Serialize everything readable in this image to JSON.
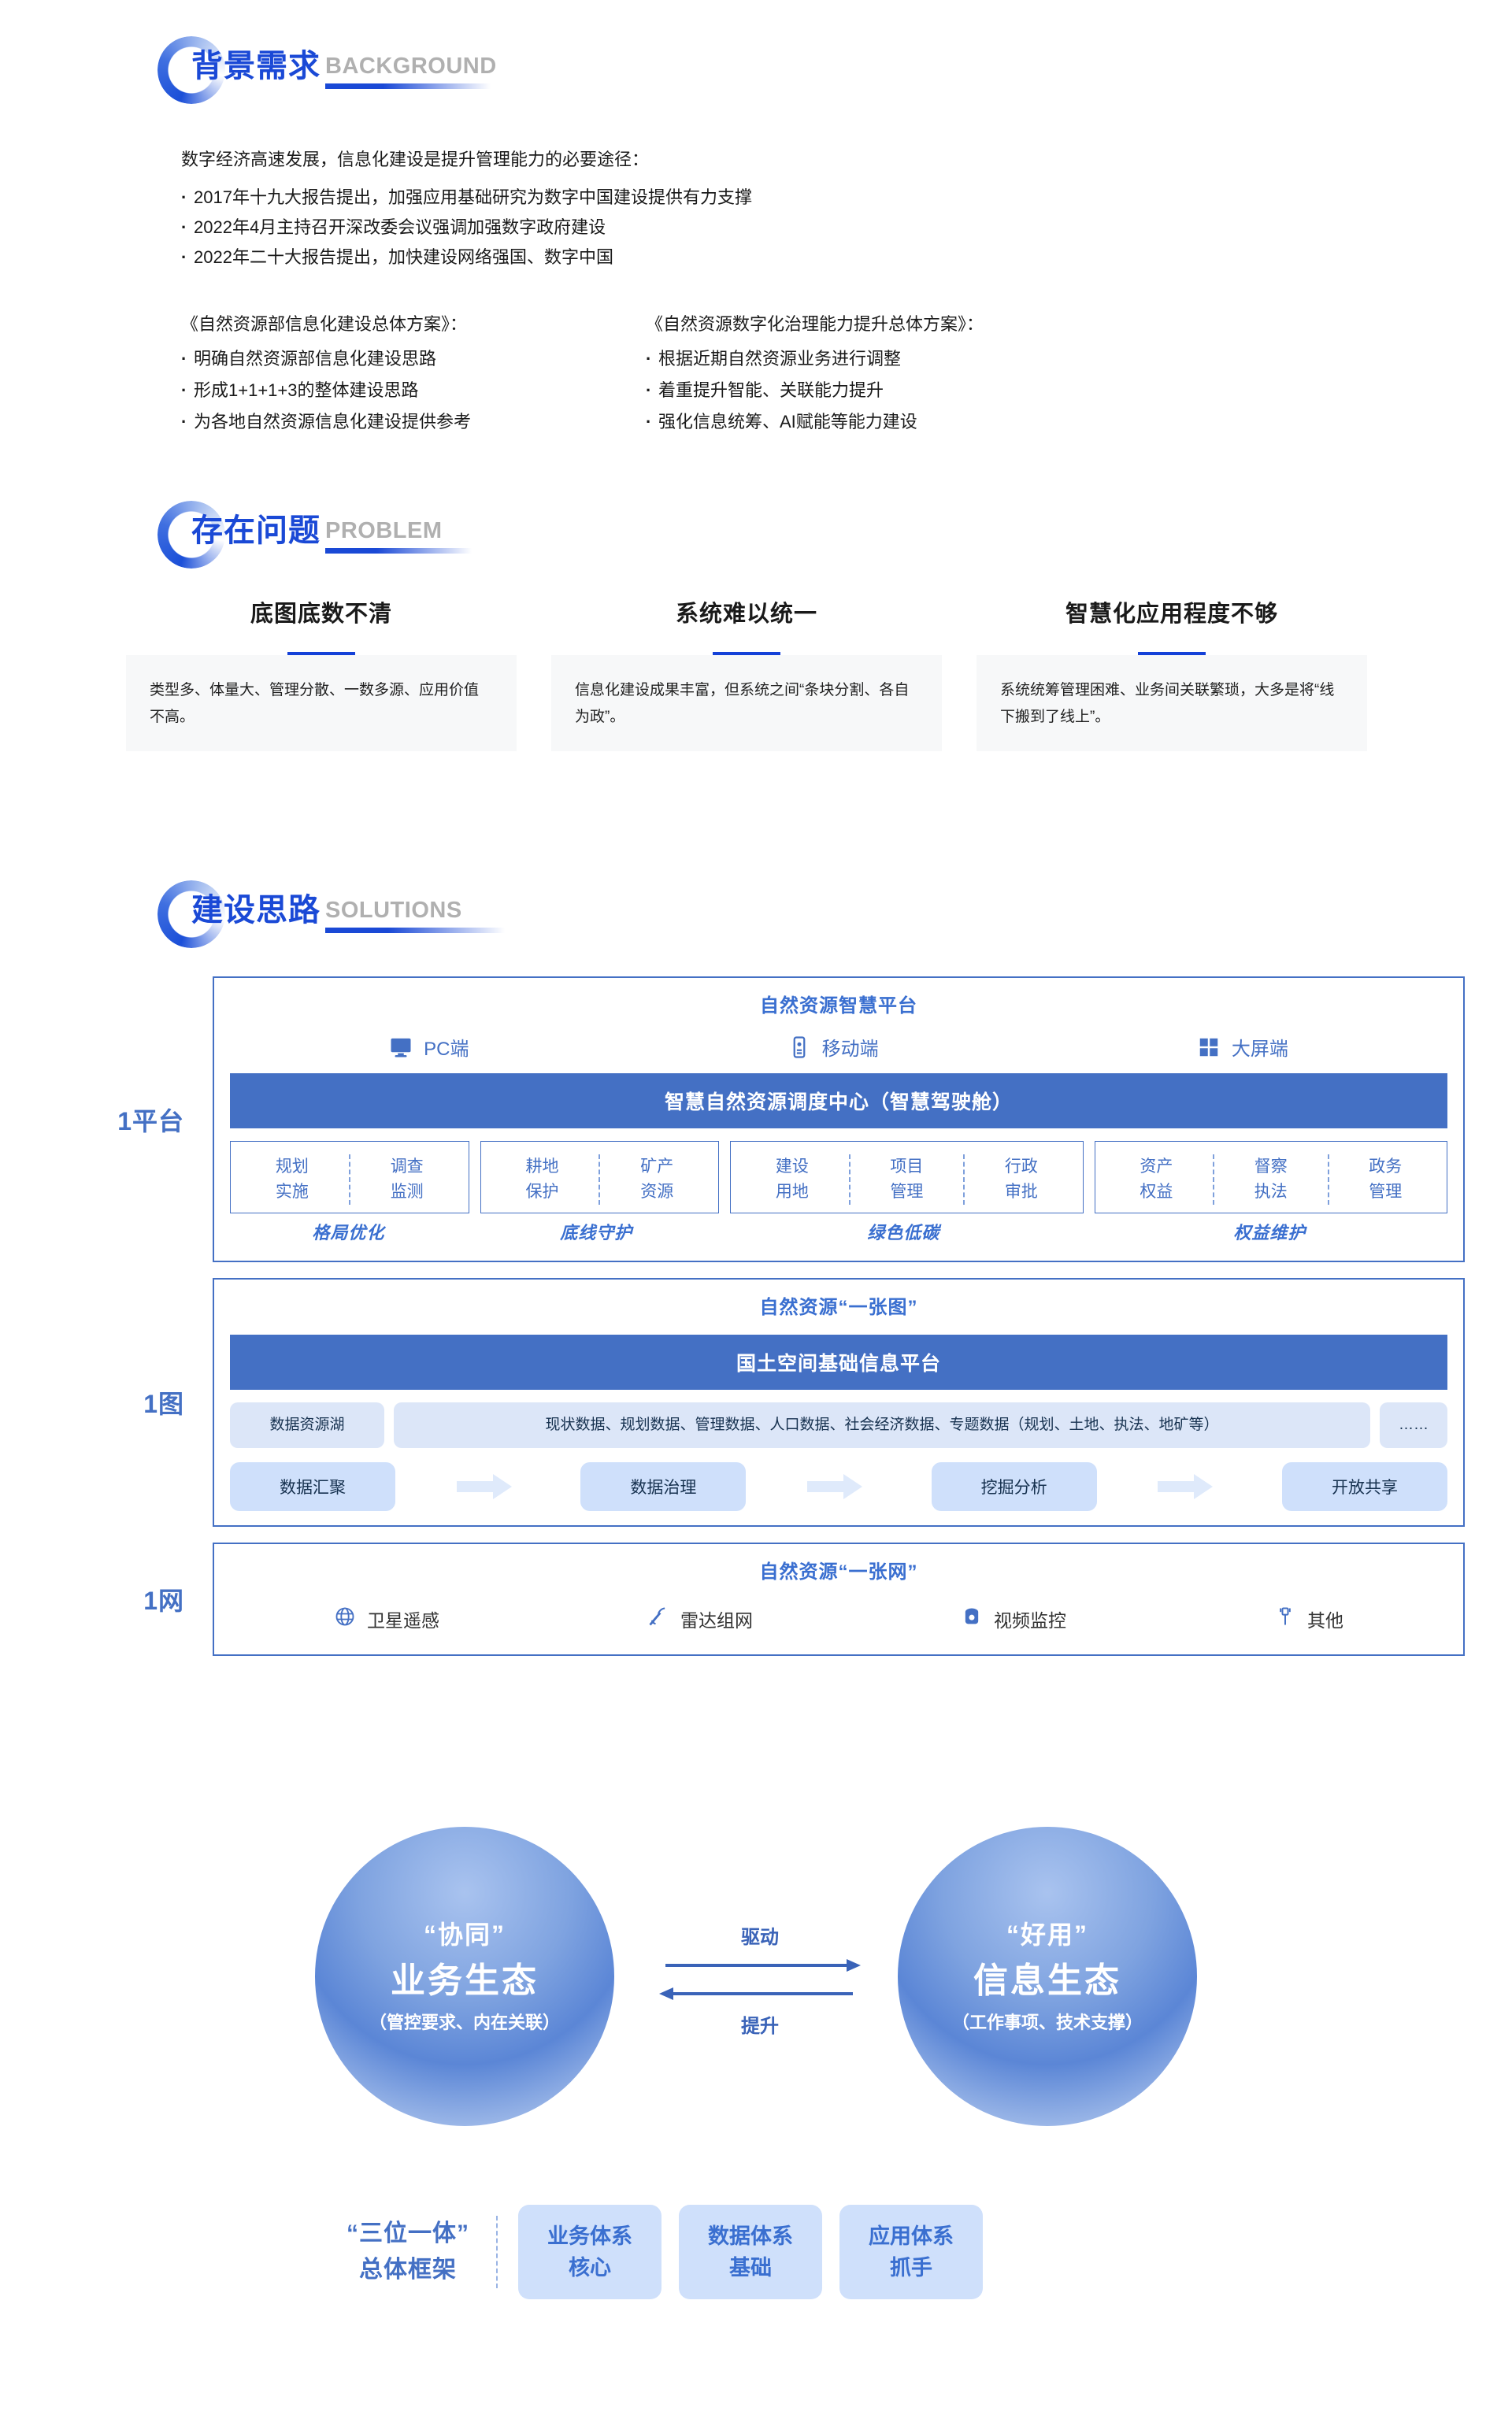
{
  "sections": {
    "background": {
      "cn": "背景需求",
      "en": "BACKGROUND"
    },
    "problem": {
      "cn": "存在问题",
      "en": "PROBLEM"
    },
    "solutions": {
      "cn": "建设思路",
      "en": "SOLUTIONS"
    }
  },
  "background": {
    "lead": "数字经济高速发展，信息化建设是提升管理能力的必要途径：",
    "bullets": [
      "2017年十九大报告提出，加强应用基础研究为数字中国建设提供有力支撑",
      "2022年4月主持召开深改委会议强调加强数字政府建设",
      "2022年二十大报告提出，加快建设网络强国、数字中国"
    ],
    "columns": [
      {
        "title": "《自然资源部信息化建设总体方案》：",
        "items": [
          "明确自然资源部信息化建设思路",
          "形成1+1+1+3的整体建设思路",
          "为各地自然资源信息化建设提供参考"
        ]
      },
      {
        "title": "《自然资源数字化治理能力提升总体方案》：",
        "items": [
          "根据近期自然资源业务进行调整",
          "着重提升智能、关联能力提升",
          "强化信息统筹、AI赋能等能力建设"
        ]
      }
    ]
  },
  "problem": {
    "cards": [
      {
        "title": "底图底数不清",
        "body": "类型多、体量大、管理分散、一数多源、应用价值不高。"
      },
      {
        "title": "系统难以统一",
        "body": "信息化建设成果丰富，但系统之间“条块分割、各自为政”。"
      },
      {
        "title": "智慧化应用程度不够",
        "body": "系统统筹管理困难、业务间关联繁琐，大多是将“线下搬到了线上”。"
      }
    ]
  },
  "solutions": {
    "platform": {
      "row_label": "1平台",
      "title": "自然资源智慧平台",
      "terminals": [
        {
          "label": "PC端",
          "icon": "monitor-icon"
        },
        {
          "label": "移动端",
          "icon": "mobile-icon"
        },
        {
          "label": "大屏端",
          "icon": "bigscreen-icon"
        }
      ],
      "center_bar": "智慧自然资源调度中心（智慧驾驶舱）",
      "groups": [
        {
          "tag": "格局优化",
          "cells": [
            "规划\n实施",
            "调查\n监测"
          ]
        },
        {
          "tag": "底线守护",
          "cells": [
            "耕地\n保护",
            "矿产\n资源"
          ]
        },
        {
          "tag": "绿色低碳",
          "cells": [
            "建设\n用地",
            "项目\n管理",
            "行政\n审批"
          ]
        },
        {
          "tag": "权益维护",
          "cells": [
            "资产\n权益",
            "督察\n执法",
            "政务\n管理"
          ]
        }
      ]
    },
    "map": {
      "row_label": "1图",
      "title": "自然资源“一张图”",
      "center_bar": "国土空间基础信息平台",
      "data_pills": [
        "数据资源湖",
        "现状数据、规划数据、管理数据、人口数据、社会经济数据、专题数据（规划、土地、执法、地矿等）",
        "……"
      ],
      "flow": [
        "数据汇聚",
        "数据治理",
        "挖掘分析",
        "开放共享"
      ]
    },
    "net": {
      "row_label": "1网",
      "title": "自然资源“一张网”",
      "items": [
        {
          "label": "卫星遥感",
          "icon": "globe-icon"
        },
        {
          "label": "雷达组网",
          "icon": "radar-icon"
        },
        {
          "label": "视频监控",
          "icon": "camera-icon"
        },
        {
          "label": "其他",
          "icon": "probe-icon"
        }
      ]
    }
  },
  "ecology": {
    "left": {
      "quote": "“协同”",
      "main": "业务生态",
      "sub": "（管控要求、内在关联）"
    },
    "right": {
      "quote": "“好用”",
      "main": "信息生态",
      "sub": "（工作事项、技术支撑）"
    },
    "arrow_top": "驱动",
    "arrow_bottom": "提升"
  },
  "framework": {
    "title_line1": "“三位一体”",
    "title_line2": "总体框架",
    "cards": [
      {
        "line1": "业务体系",
        "line2": "核心"
      },
      {
        "line1": "数据体系",
        "line2": "基础"
      },
      {
        "line1": "应用体系",
        "line2": "抓手"
      }
    ]
  },
  "colors": {
    "brand_blue": "#1a49d6",
    "panel_blue": "#4470c4",
    "pill_blue": "#cfe0fb",
    "gray_en": "#b0b0b0"
  }
}
